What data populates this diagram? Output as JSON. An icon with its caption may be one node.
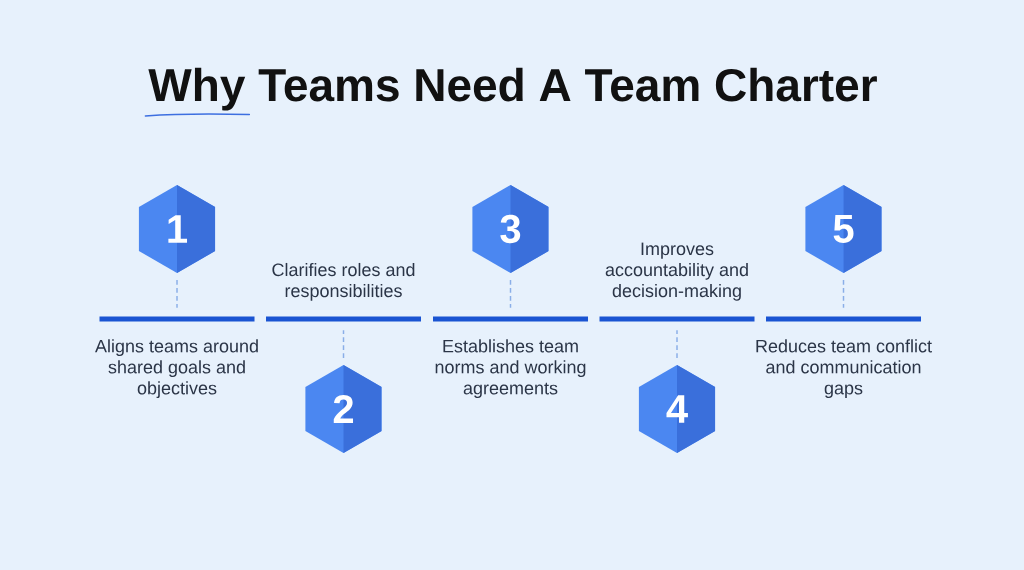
{
  "diagram": {
    "title": "Why Teams Need A Team Charter",
    "nodes": [
      {
        "text": [
          "1"
        ]
      },
      {
        "text": [],
        "shape": "bar",
        "beside": [
          "Aligns teams around shared goals and objectives"
        ]
      },
      {
        "text": [
          "2"
        ]
      },
      {
        "text": [],
        "shape": "bar",
        "beside": [
          "Clarifies roles and responsibilities"
        ]
      },
      {
        "text": [
          "3"
        ]
      },
      {
        "text": [],
        "shape": "bar",
        "beside": [
          "Establishes team norms and working agreements"
        ]
      },
      {
        "text": [
          "4"
        ]
      },
      {
        "text": [],
        "shape": "bar",
        "beside": [
          "Improves accountability and decision-making"
        ]
      },
      {
        "text": [
          "5"
        ]
      },
      {
        "text": [],
        "shape": "bar",
        "beside": [
          "Reduces team conflict and communication gaps"
        ]
      }
    ],
    "edges": [
      {
        "from": 0,
        "to": 1,
        "arrow": "none",
        "style": "dashed"
      },
      {
        "from": 2,
        "to": 3,
        "arrow": "none",
        "style": "dashed"
      },
      {
        "from": 4,
        "to": 5,
        "arrow": "none",
        "style": "dashed"
      },
      {
        "from": 6,
        "to": 7,
        "arrow": "none",
        "style": "dashed"
      },
      {
        "from": 8,
        "to": 9,
        "arrow": "none",
        "style": "dashed"
      }
    ]
  }
}
